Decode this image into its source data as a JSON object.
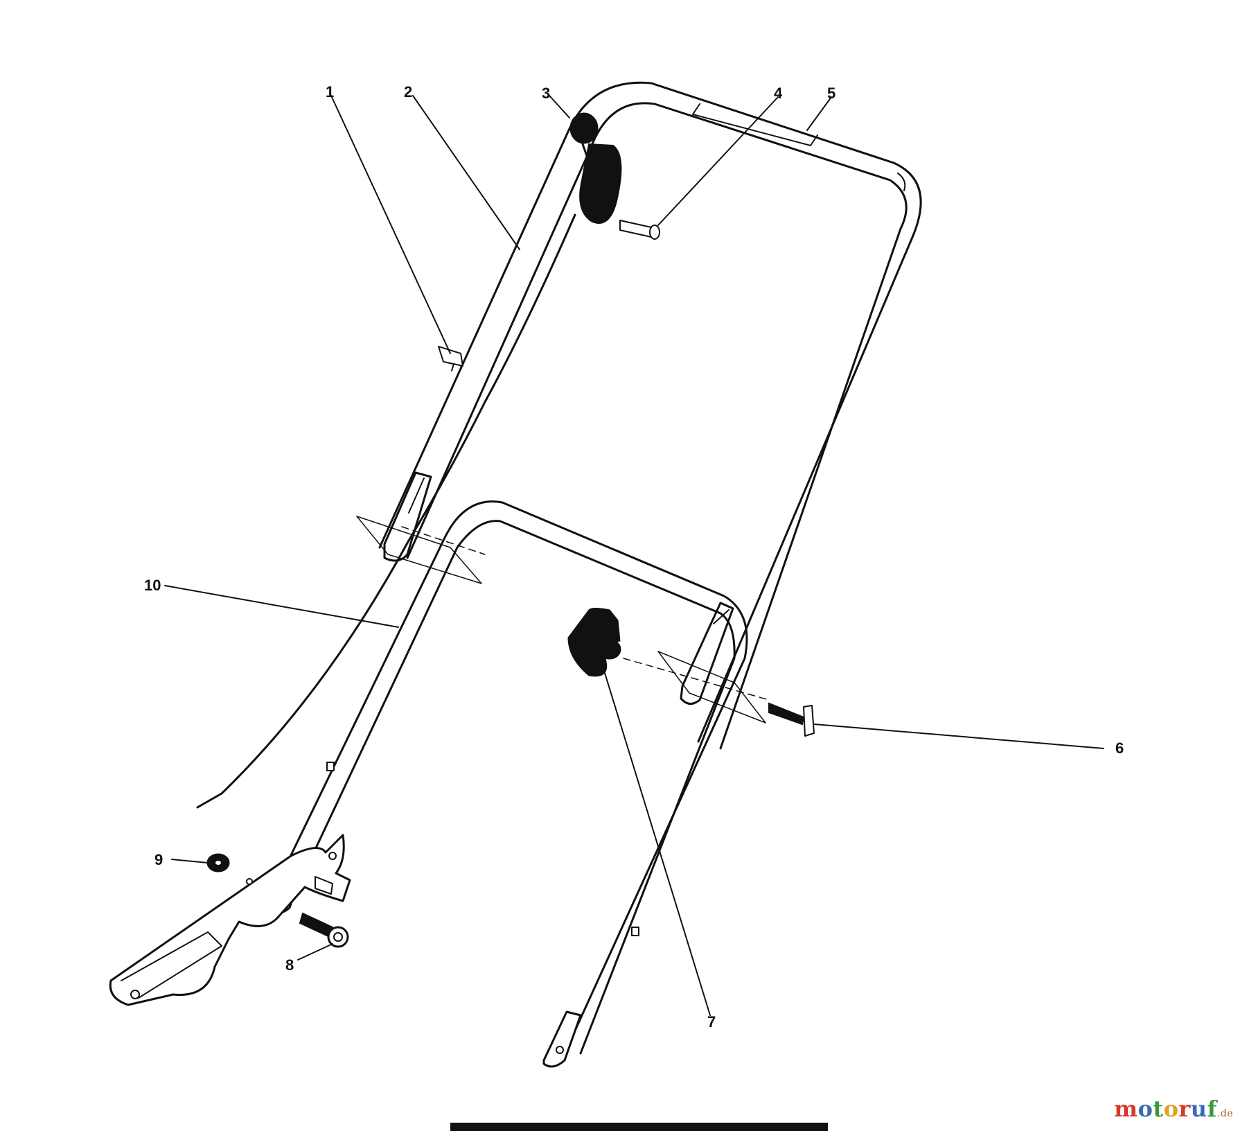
{
  "diagram": {
    "callouts": [
      "1",
      "2",
      "3",
      "4",
      "5",
      "6",
      "7",
      "8",
      "9",
      "10"
    ]
  },
  "watermark": {
    "text": "motoruf",
    "suffix": ".de",
    "letter_colors": [
      "#d23a2a",
      "#3a6ab8",
      "#3a9a3a",
      "#e0a020",
      "#d23a2a",
      "#3a6ab8",
      "#3a9a3a"
    ]
  }
}
